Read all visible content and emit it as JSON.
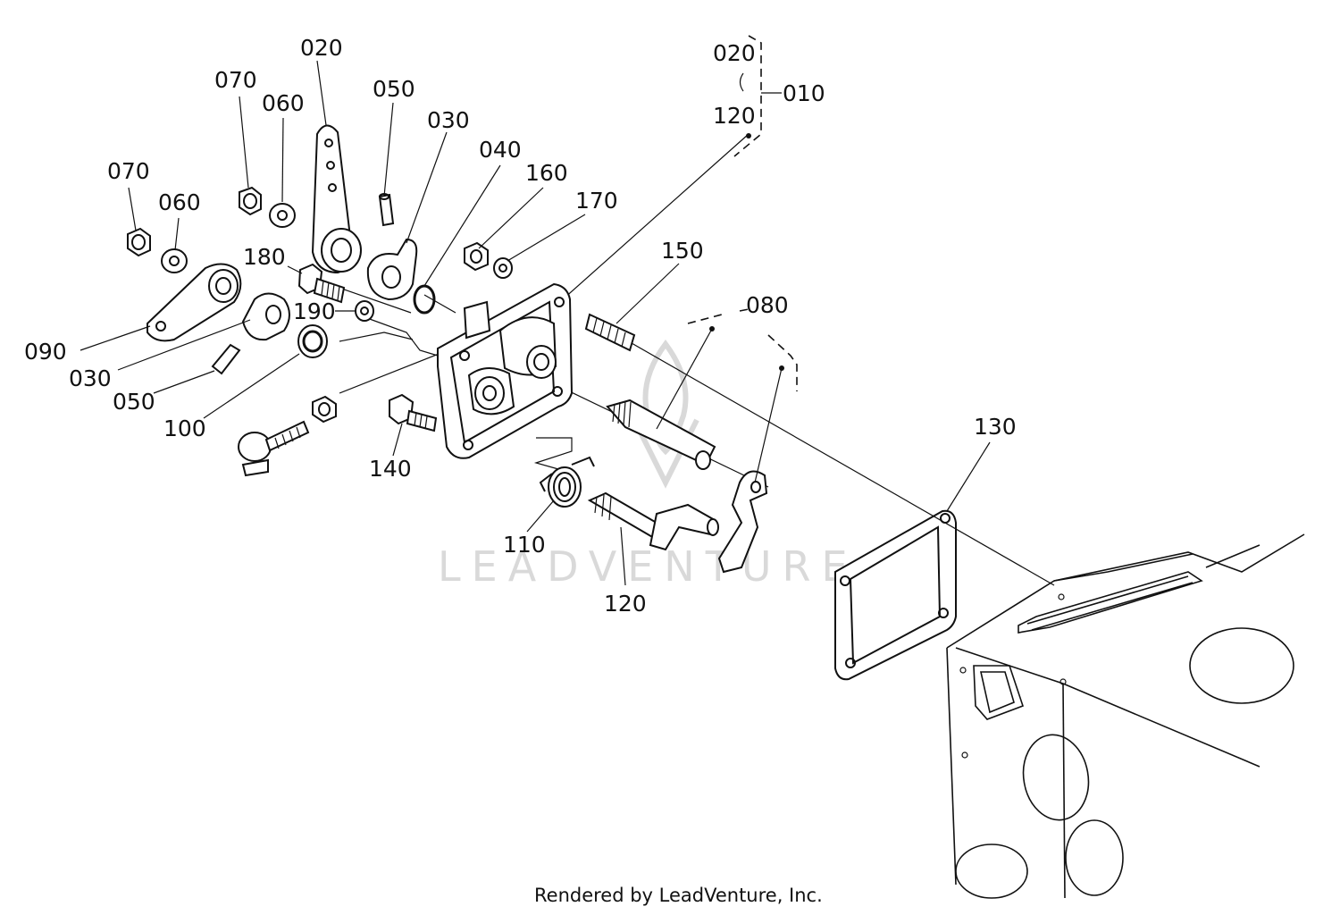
{
  "labels": {
    "l020a": "020",
    "l020b": "020",
    "l070a": "070",
    "l060a": "060",
    "l050a": "050",
    "l030a": "030",
    "l040": "040",
    "l160": "160",
    "l170": "170",
    "l010": "010",
    "l120a": "120",
    "l070b": "070",
    "l060b": "060",
    "l180": "180",
    "l190": "190",
    "l090": "090",
    "l030b": "030",
    "l050b": "050",
    "l100": "100",
    "l150": "150",
    "l080": "080",
    "l140": "140",
    "l130": "130",
    "l110": "110",
    "l120b": "120"
  },
  "watermark": "LEADVENTURE",
  "footer": "Rendered by LeadVenture, Inc."
}
